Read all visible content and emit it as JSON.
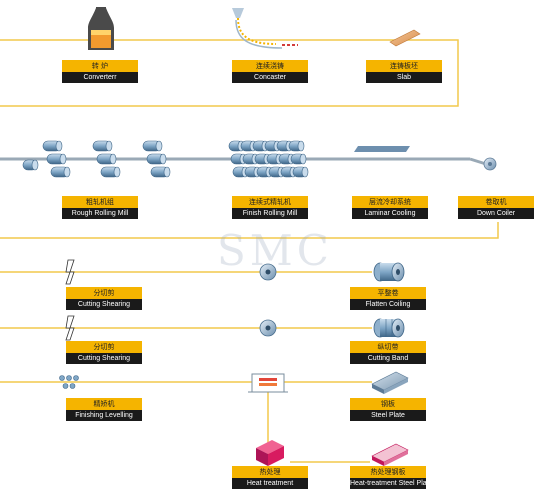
{
  "colors": {
    "line": "#f2c94c",
    "accent": "#f5b400",
    "dark": "#1a1a1a",
    "roller": "#7fa6c6",
    "roller_dark": "#4a6f8f",
    "heat": "#d81b60"
  },
  "watermark": "SMC",
  "stations": [
    {
      "id": "converter",
      "cn": "转 炉",
      "en": "Converterr",
      "icon": "ladle-icon"
    },
    {
      "id": "concaster",
      "cn": "连续浇铸",
      "en": "Concaster",
      "icon": "concaster-icon"
    },
    {
      "id": "slab",
      "cn": "连铸板坯",
      "en": "Slab",
      "icon": "slab-icon"
    },
    {
      "id": "rough-rolling",
      "cn": "粗轧机组",
      "en": "Rough Rolling Mill",
      "icon": "rough-rolling-icon"
    },
    {
      "id": "finish-rolling",
      "cn": "连续式精轧机",
      "en": "Finish Rolling Mill",
      "icon": "finish-rolling-icon"
    },
    {
      "id": "laminar-cooling",
      "cn": "层流冷却系统",
      "en": "Laminar Cooling",
      "icon": "cooling-bar-icon"
    },
    {
      "id": "down-coiler",
      "cn": "卷取机",
      "en": "Down Coiler",
      "icon": "coiler-icon"
    },
    {
      "id": "cutting-shearing-1",
      "cn": "分切剪",
      "en": "Cutting Shearing",
      "icon": "shear-icon"
    },
    {
      "id": "flatten-coiling",
      "cn": "平整卷",
      "en": "Flatten Coiling",
      "icon": "coil-icon"
    },
    {
      "id": "cutting-shearing-2",
      "cn": "分切剪",
      "en": "Cutting Shearing",
      "icon": "shear-icon"
    },
    {
      "id": "cutting-band",
      "cn": "纵切带",
      "en": "Cutting Band",
      "icon": "band-coil-icon"
    },
    {
      "id": "finishing-levelling",
      "cn": "精矫机",
      "en": "Finishing Levelling",
      "icon": "leveller-icon"
    },
    {
      "id": "steel-plate",
      "cn": "钢板",
      "en": "Steel Plate",
      "icon": "steel-plate-icon"
    },
    {
      "id": "heat-treatment",
      "cn": "热处理",
      "en": "Heat treatment",
      "icon": "heat-block-icon"
    },
    {
      "id": "heat-treatment-plate",
      "cn": "热处理钢板",
      "en": "Heat-treatment Steel Plate",
      "icon": "heat-plate-icon"
    }
  ]
}
